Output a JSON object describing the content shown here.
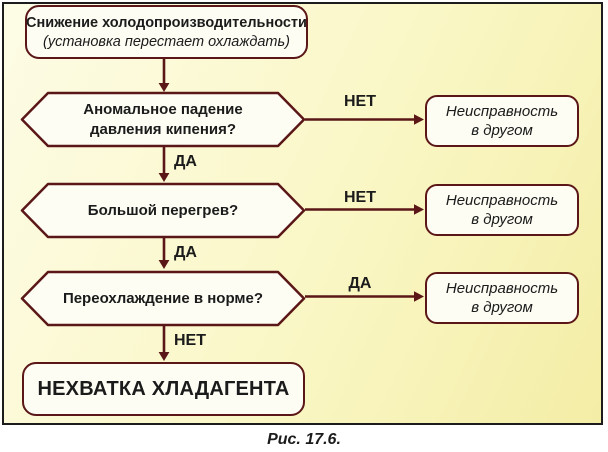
{
  "colors": {
    "accent": "#5b1717",
    "frame": "#1c1c1c",
    "node_fill": "#fdfdf4",
    "canvas_top": "#fdfce6",
    "canvas_mid": "#faf7c6",
    "canvas_bottom": "#f4eda6",
    "page": "#ffffff",
    "text": "#1b1b1b"
  },
  "start": {
    "title": "Снижение холодопроизводительности",
    "subtitle": "(установка перестает охлаждать)"
  },
  "decisions": [
    {
      "lines": [
        "Аномальное падение",
        "давления кипения?"
      ],
      "side_label": "НЕТ",
      "down_label": "ДА"
    },
    {
      "lines": [
        "Большой перегрев?"
      ],
      "side_label": "НЕТ",
      "down_label": "ДА"
    },
    {
      "lines": [
        "Переохлаждение в норме?"
      ],
      "side_label": "ДА",
      "down_label": "НЕТ"
    }
  ],
  "faults": [
    {
      "lines": [
        "Неисправность",
        "в другом"
      ]
    },
    {
      "lines": [
        "Неисправность",
        "в другом"
      ]
    },
    {
      "lines": [
        "Неисправность",
        "в другом"
      ]
    }
  ],
  "result": {
    "label": "НЕХВАТКА ХЛАДАГЕНТА"
  },
  "caption": "Рис. 17.6."
}
